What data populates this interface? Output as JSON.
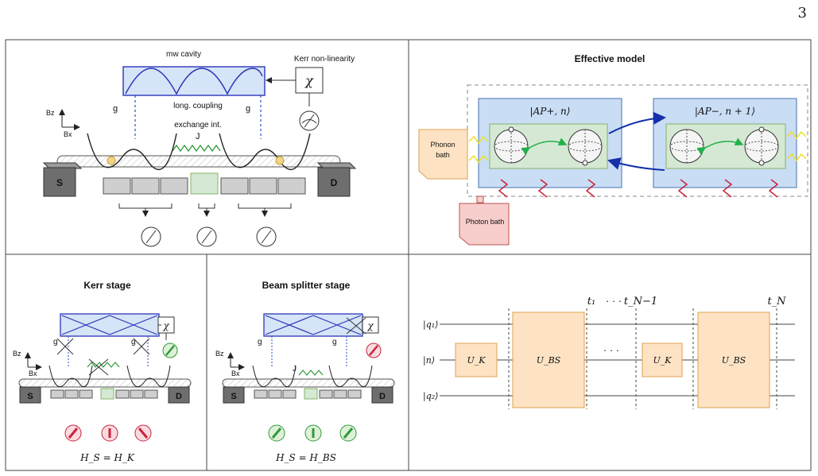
{
  "page_number": "3",
  "panel_a": {
    "cavity_label": "mw cavity",
    "kerr_label": "Kerr non-linearity",
    "chi": "χ",
    "g_left": "g",
    "g_right": "g",
    "long_coupling": "long. coupling",
    "exchange": "exchange int.",
    "J": "J",
    "bz": "Bz",
    "bx": "Bx",
    "source": "S",
    "drain": "D"
  },
  "panel_b": {
    "title": "Effective model",
    "state_left": "|AP+, n⟩",
    "state_right": "|AP−, n + 1⟩",
    "phonon_bath": [
      "Phonon",
      "bath"
    ],
    "photon_bath": "Photon bath"
  },
  "panel_c": {
    "title": "Kerr stage",
    "chi": "χ",
    "g_left": "g",
    "g_right": "g",
    "bz": "Bz",
    "bx": "Bx",
    "source": "S",
    "drain": "D",
    "hamiltonian": "H_S = H_K"
  },
  "panel_d": {
    "title": "Beam splitter  stage",
    "chi": "χ",
    "g_left": "g",
    "g_right": "g",
    "J": "J",
    "bz": "Bz",
    "bx": "Bx",
    "source": "S",
    "drain": "D",
    "hamiltonian": "H_S = H_BS"
  },
  "panel_e": {
    "t1": "t₁",
    "dots_top": "· · ·",
    "tn1": "t_N−1",
    "tn": "t_N",
    "q1": "|q₁⟩",
    "n": "|n⟩",
    "q2": "|q₂⟩",
    "uk1": "U_K",
    "ubs1": "U_BS",
    "dots_mid": "· · ·",
    "uk2": "U_K",
    "ubs2": "U_BS"
  },
  "colors": {
    "cavity_fill": "#d6e4f7",
    "cavity_edge": "#2a36b8",
    "effective_fill": "#c9ddf5",
    "effective_edge": "#6c8ebf",
    "inner_fill": "#d5e8d4",
    "inner_edge": "#82b366",
    "gate_fill": "#fde3c3",
    "gate_edge": "#e0a050",
    "photon_fill": "#f8cecc",
    "red_readout": "#c8233a",
    "green_readout": "#2e9a3a"
  }
}
